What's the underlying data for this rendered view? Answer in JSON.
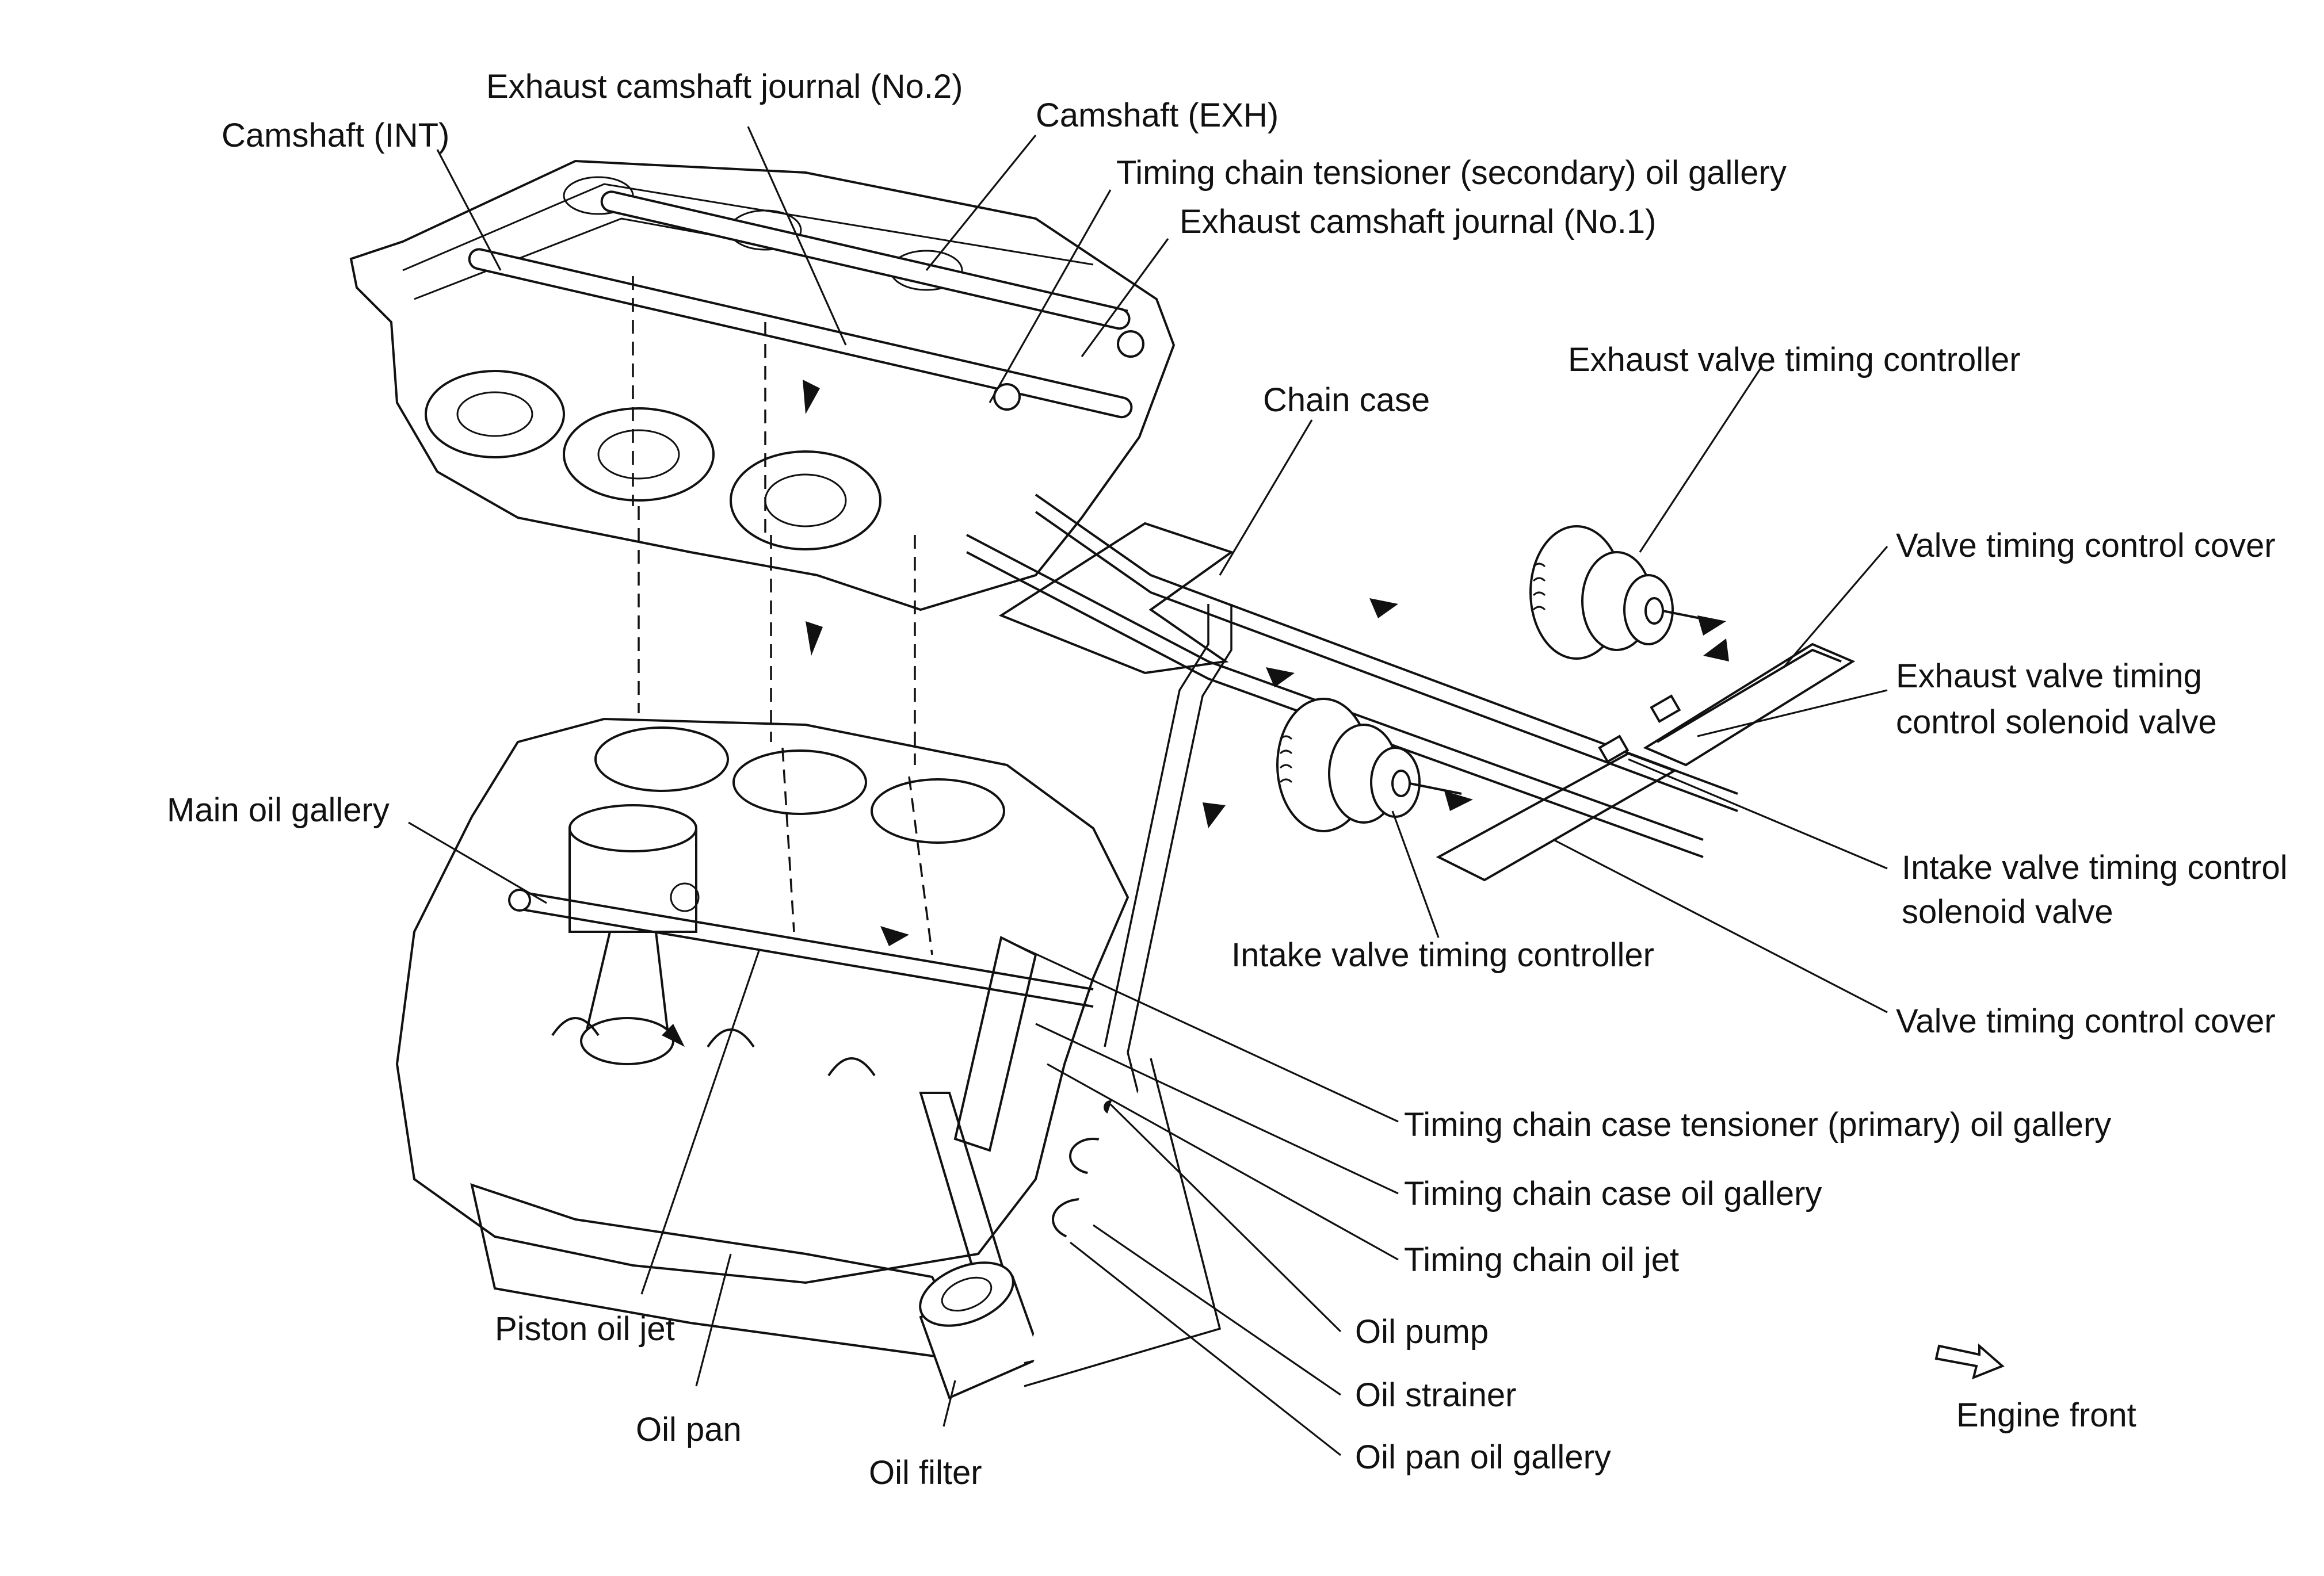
{
  "labels": {
    "exh_cam_journal_2": "Exhaust camshaft journal (No.2)",
    "camshaft_exh": "Camshaft (EXH)",
    "camshaft_int": "Camshaft (INT)",
    "tcc_secondary_gallery": "Timing chain tensioner (secondary) oil gallery",
    "exh_cam_journal_1": "Exhaust camshaft journal (No.1)",
    "exh_vt_controller": "Exhaust valve timing controller",
    "chain_case": "Chain case",
    "vt_cover_top": "Valve timing control cover",
    "exh_solenoid_1": "Exhaust valve timing",
    "exh_solenoid_2": "control solenoid valve",
    "main_oil_gallery": "Main oil gallery",
    "int_solenoid_1": "Intake valve timing control",
    "int_solenoid_2": "solenoid valve",
    "int_vt_controller": "Intake valve timing controller",
    "vt_cover_bottom": "Valve timing control cover",
    "tcc_primary_gallery": "Timing chain case tensioner (primary) oil gallery",
    "tcc_oil_gallery": "Timing chain case oil gallery",
    "tc_oil_jet": "Timing chain oil jet",
    "piston_oil_jet": "Piston oil jet",
    "oil_pump": "Oil pump",
    "oil_strainer": "Oil strainer",
    "oil_pan": "Oil pan",
    "oil_pan_gallery": "Oil pan oil gallery",
    "oil_filter": "Oil filter",
    "engine_front": "Engine front"
  }
}
